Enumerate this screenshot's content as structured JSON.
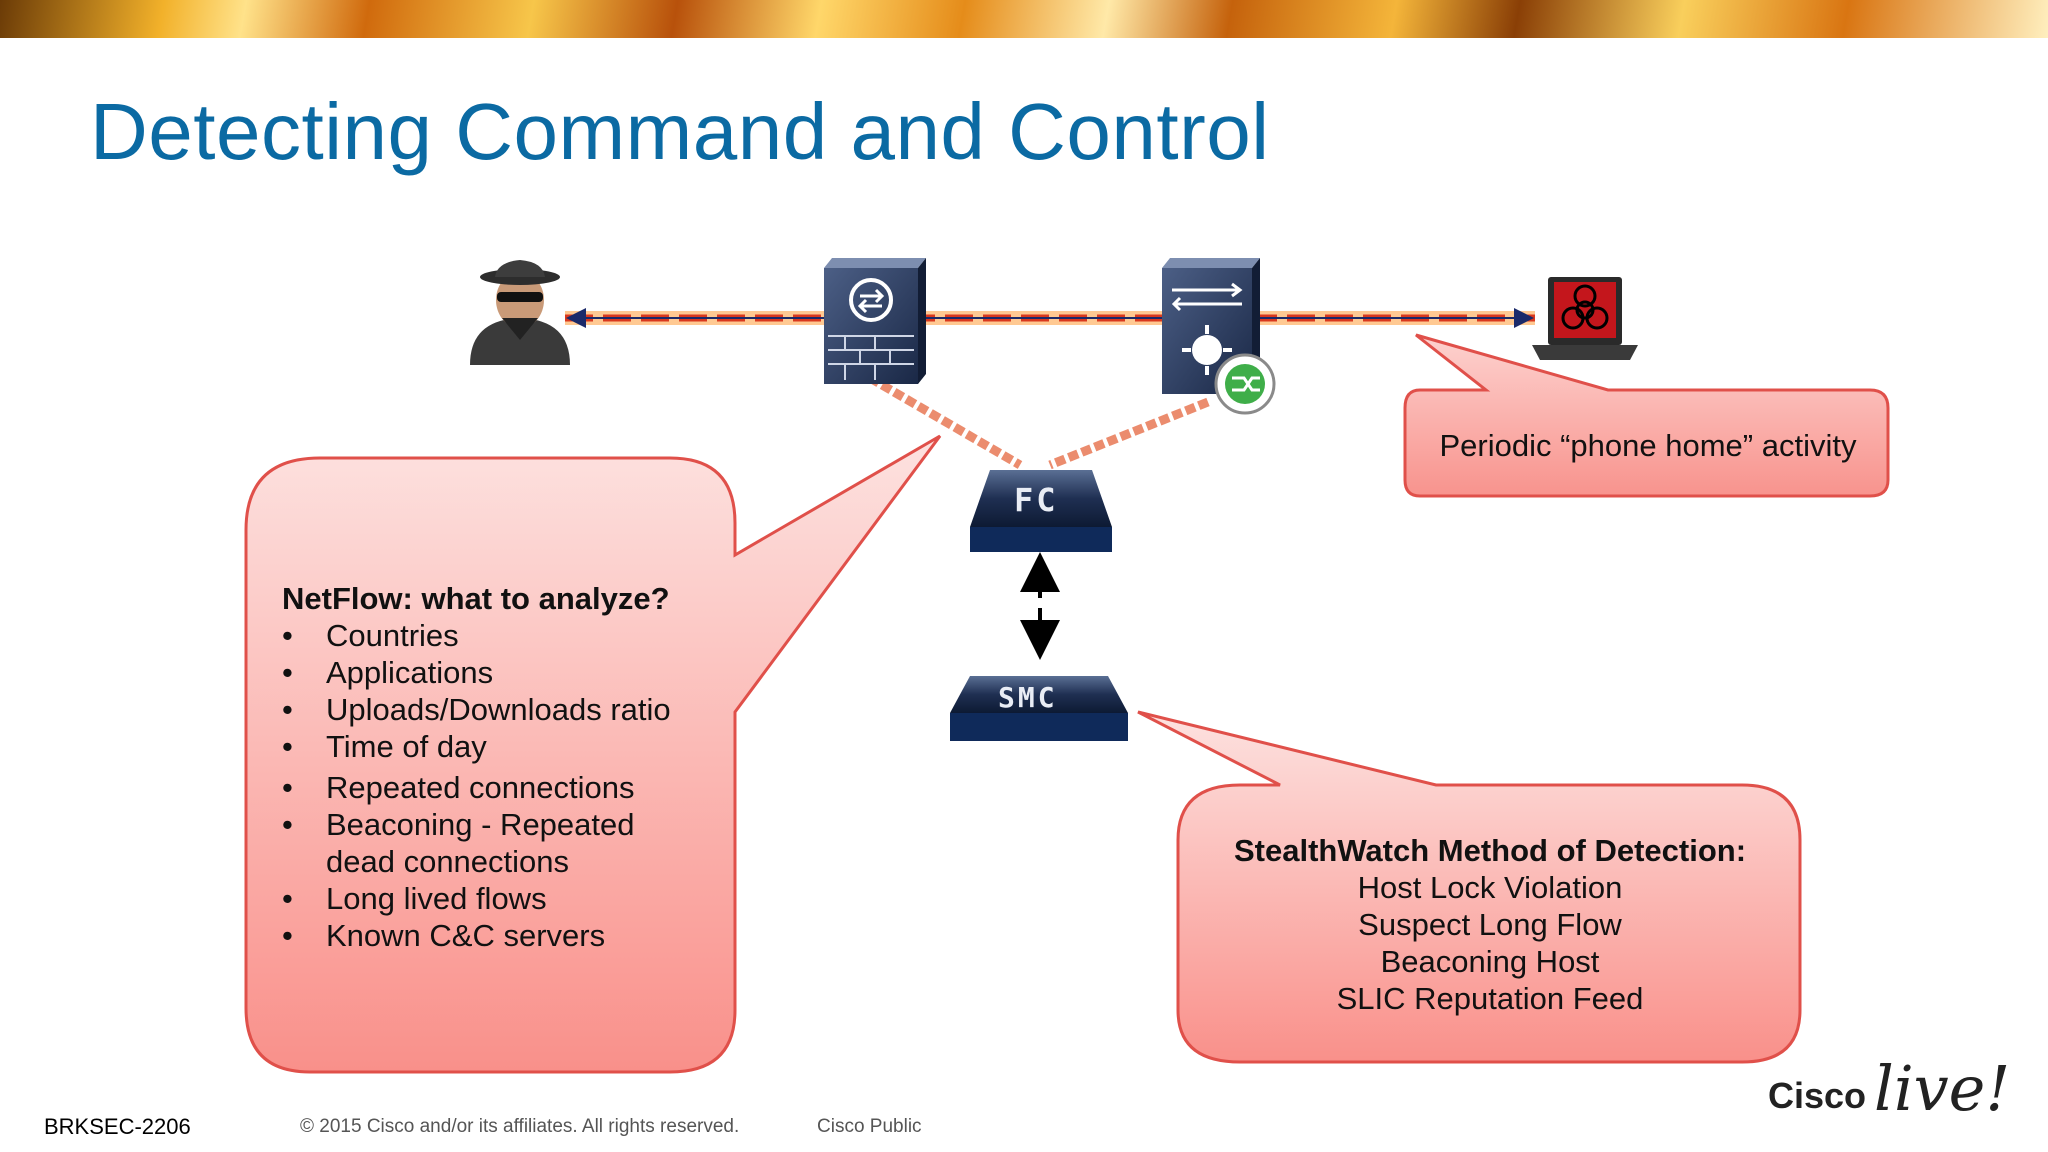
{
  "slide": {
    "title": "Detecting Command and Control"
  },
  "callouts": {
    "netflow": {
      "heading": "NetFlow: what to analyze?",
      "items": [
        "Countries",
        "Applications",
        "Uploads/Downloads ratio",
        "Time of day",
        "Repeated connections",
        "Beaconing - Repeated dead connections",
        "Long lived flows",
        "Known C&C servers"
      ]
    },
    "phone_home": {
      "text": "Periodic “phone home” activity"
    },
    "stealthwatch": {
      "heading": "StealthWatch Method of Detection:",
      "items": [
        "Host Lock Violation",
        "Suspect Long Flow",
        "Beaconing Host",
        "SLIC Reputation Feed"
      ]
    }
  },
  "devices": {
    "fc_label": "FC",
    "smc_label": "SMC"
  },
  "footer": {
    "session_code": "BRKSEC-2206",
    "copyright": "© 2015 Cisco and/or its affiliates. All rights reserved.",
    "classification": "Cisco Public",
    "logo_text": "Ciscolive!"
  },
  "colors": {
    "title": "#0b6aa3",
    "callout_fill_top": "#fde2e0",
    "callout_fill_bottom": "#f9908a",
    "callout_border": "#e0504a",
    "flow_line": "#e24b1c",
    "device_navy": "#1b2a4a"
  },
  "icons": [
    "attacker-icon",
    "firewall-icon",
    "switch-icon",
    "infected-laptop-icon",
    "flow-sensor-icon"
  ]
}
